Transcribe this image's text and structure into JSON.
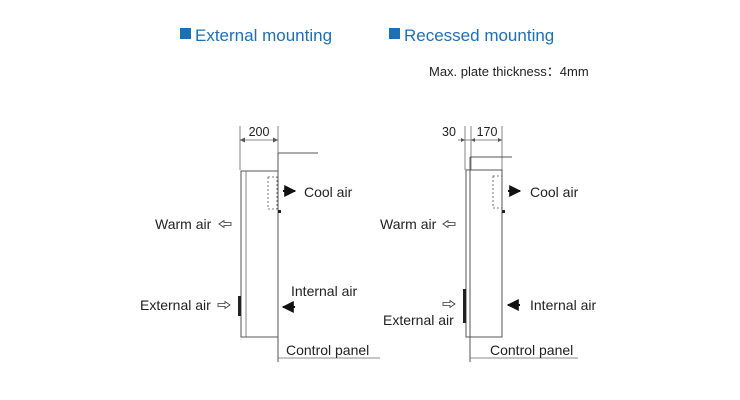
{
  "colors": {
    "heading": "#1d6fb8",
    "line": "#555555",
    "text": "#222222"
  },
  "external": {
    "title": "External mounting",
    "dimension": "200",
    "cool_air": "Cool air",
    "warm_air": "Warm air",
    "internal_air": "Internal air",
    "external_air": "External air",
    "control_panel": "Control panel"
  },
  "recessed": {
    "title": "Recessed mounting",
    "note": "Max. plate thickness：4mm",
    "dimension_left": "30",
    "dimension_right": "170",
    "cool_air": "Cool air",
    "warm_air": "Warm air",
    "internal_air": "Internal air",
    "external_air": "External air",
    "control_panel": "Control panel"
  }
}
